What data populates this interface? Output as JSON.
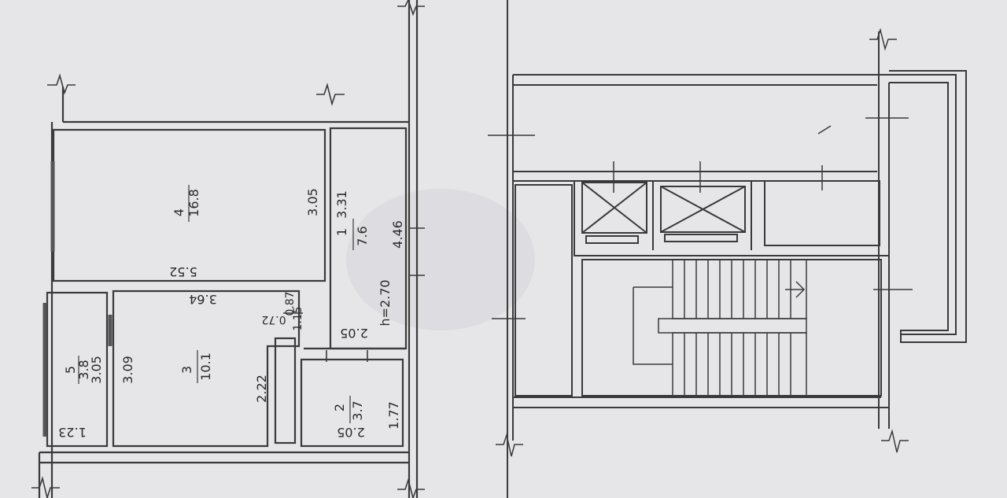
{
  "plan": {
    "room_4": {
      "number": "4",
      "area": "16.8",
      "length": "5.52",
      "width": "3.05"
    },
    "room_1": {
      "number": "1",
      "area": "7.6",
      "dim_a": "3.31",
      "dim_b": "4.46",
      "ceiling_height": "h=2.70"
    },
    "room_3": {
      "number": "3",
      "area": "10.1",
      "length": "3.64",
      "width": "3.09",
      "depth": "2.22",
      "dim_a": "0.87",
      "dim_b": "1.15",
      "dim_c": "0.72"
    },
    "room_2": {
      "number": "2",
      "area": "3.7",
      "width_top": "2.05",
      "width_bottom": "2.05",
      "depth": "1.77"
    },
    "room_5": {
      "number": "5",
      "area": "3.8",
      "width": "3.05",
      "depth": "1.23"
    }
  },
  "colors": {
    "paper": "#e6e5e8",
    "ink": "#3a3a3a",
    "window": "#555555"
  }
}
